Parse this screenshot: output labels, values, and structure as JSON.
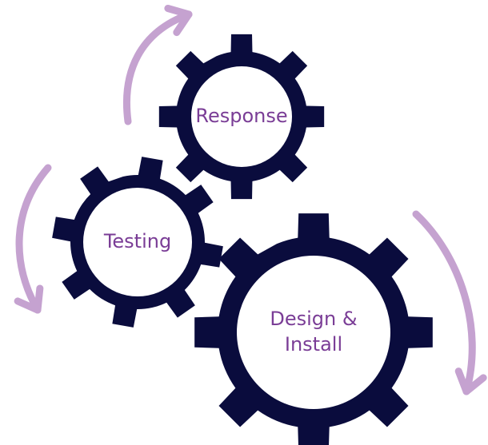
{
  "colors": {
    "gear": "#0a0c3d",
    "label": "#7a3d96",
    "arrow": "#c5a2d0",
    "background": "#ffffff"
  },
  "gears": [
    {
      "id": "response",
      "label_lines": [
        "Response"
      ],
      "icon": "gear-icon"
    },
    {
      "id": "testing",
      "label_lines": [
        "Testing"
      ],
      "icon": "gear-icon"
    },
    {
      "id": "design-install",
      "label_lines": [
        "Design &",
        "Install"
      ],
      "icon": "gear-icon"
    }
  ],
  "arrows": [
    {
      "id": "top-arrow",
      "icon": "curved-arrow-icon",
      "direction": "upward-right"
    },
    {
      "id": "left-arrow",
      "icon": "curved-arrow-icon",
      "direction": "downward"
    },
    {
      "id": "right-arrow",
      "icon": "curved-arrow-icon",
      "direction": "downward"
    }
  ]
}
